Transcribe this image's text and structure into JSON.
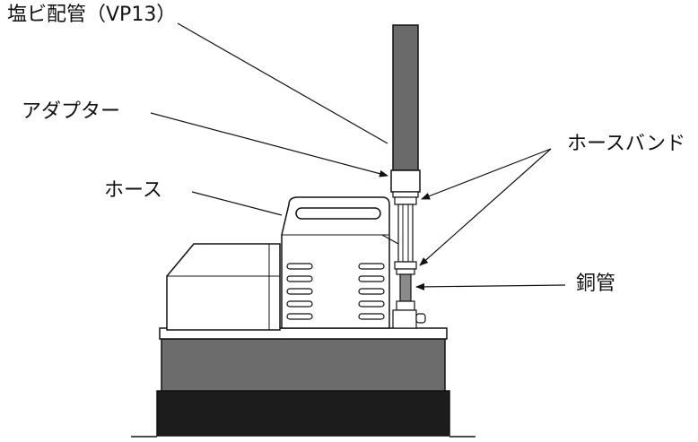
{
  "labels": {
    "pvc_pipe": "塩ビ配管（VP13）",
    "adapter": "アダプター",
    "hose": "ホース",
    "hose_band": "ホースバンド",
    "copper_pipe": "銅管"
  },
  "colors": {
    "line": "#111111",
    "pvc_pipe": "#6a6a6a",
    "base_mid": "#6c6c6c",
    "base_bottom": "#1c1c1c",
    "copper_pipe": "#8a8a8a"
  }
}
